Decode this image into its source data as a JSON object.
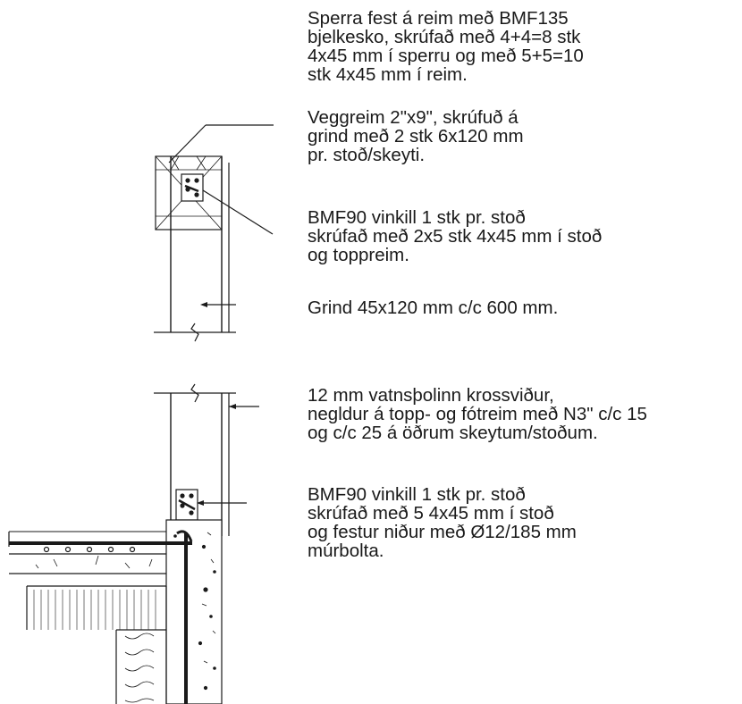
{
  "notes": {
    "rafter_fastening": {
      "lines": [
        "Sperra fest á reim með BMF135",
        "bjelkesko, skrúfað með 4+4=8 stk",
        "4x45 mm í sperru og með 5+5=10",
        "stk 4x45 mm í reim."
      ]
    },
    "wall_plate": {
      "lines": [
        "Veggreim 2\"x9\", skrúfuð á",
        "grind með 2 stk 6x120 mm",
        "pr. stoð/skeyti."
      ]
    },
    "top_angle_bracket": {
      "lines": [
        "BMF90 vinkill 1 stk pr. stoð",
        "skrúfað með 2x5 stk 4x45 mm í stoð",
        "og toppreim."
      ]
    },
    "frame": {
      "lines": [
        "Grind 45x120 mm c/c 600 mm."
      ]
    },
    "plywood": {
      "lines": [
        "12 mm vatnsþolinn krossviður,",
        "negldur á topp- og fótreim með N3\" c/c 15",
        "og c/c 25 á öðrum skeytum/stoðum."
      ]
    },
    "bottom_angle_bracket": {
      "lines": [
        "BMF90 vinkill 1 stk pr. stoð",
        "skrúfað með 5 4x45 mm í stoð",
        "og festur niður með Ø12/185 mm",
        "múrbolta."
      ]
    }
  },
  "colors": {
    "ink": "#1a1a1a",
    "background": "#ffffff"
  }
}
